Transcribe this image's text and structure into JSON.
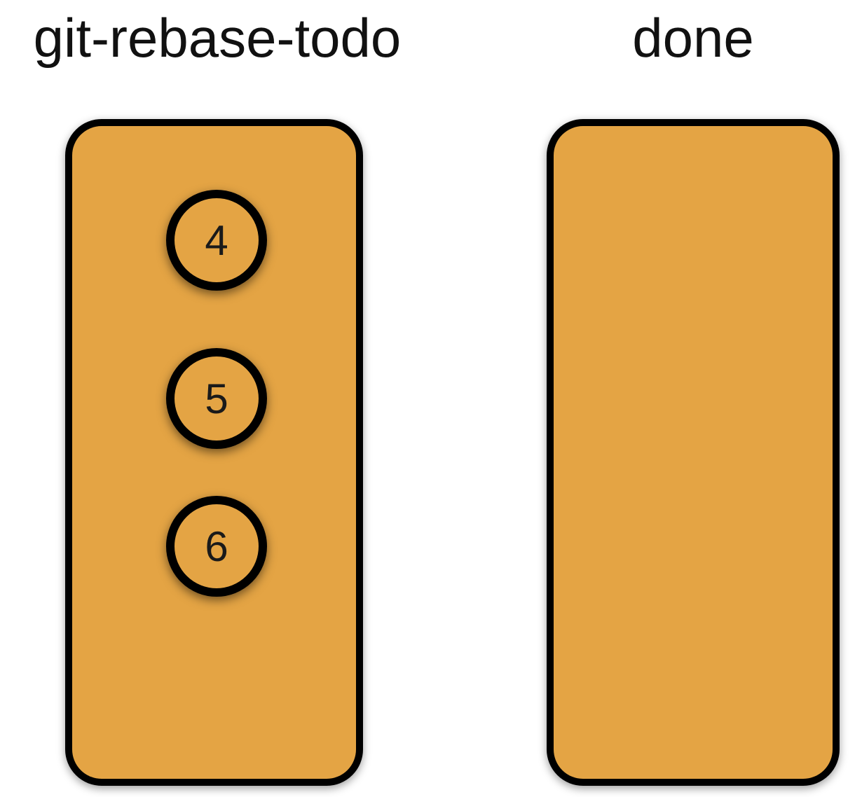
{
  "diagram": {
    "columns": [
      {
        "title": "git-rebase-todo",
        "items": [
          "4",
          "5",
          "6"
        ]
      },
      {
        "title": "done",
        "items": []
      }
    ],
    "colors": {
      "panel_fill": "#e4a444",
      "panel_stroke": "#000000",
      "background": "#ffffff"
    }
  }
}
